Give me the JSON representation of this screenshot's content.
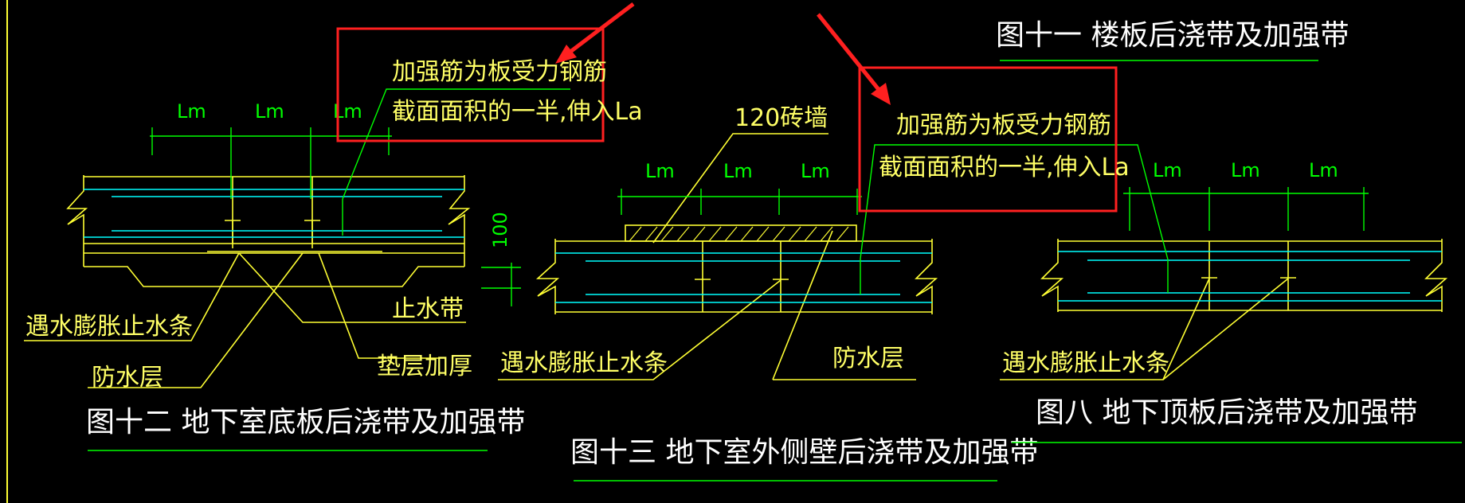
{
  "drawing": {
    "dim_label": "Lm",
    "dim_100": "100",
    "brick_wall": "120砖墙"
  },
  "callouts": {
    "left": {
      "line1": "加强筋为板受力钢筋",
      "line2": "截面面积的一半,伸入La"
    },
    "mid": {
      "line1": "加强筋为板受力钢筋",
      "line2": "截面面积的一半,伸入La"
    }
  },
  "labels": {
    "fig12_swell": "遇水膨胀止水条",
    "fig12_waterproof": "防水层",
    "fig12_waterstop": "止水带",
    "fig12_cushion": "垫层加厚",
    "fig13_swell": "遇水膨胀止水条",
    "fig13_waterproof": "防水层",
    "fig8_swell": "遇水膨胀止水条"
  },
  "titles": {
    "fig11": "图十一  楼板后浇带及加强带",
    "fig12": "图十二  地下室底板后浇带及加强带",
    "fig13": "图十三  地下室外侧壁后浇带及加强带",
    "fig8": "图八  地下顶板后浇带及加强带"
  },
  "colors": {
    "background": "#000000",
    "line_yellow": "#ffff33",
    "line_green": "#00ff00",
    "line_cyan": "#00ffff",
    "highlight_red": "#ff2020",
    "title_white": "#ffffff"
  }
}
